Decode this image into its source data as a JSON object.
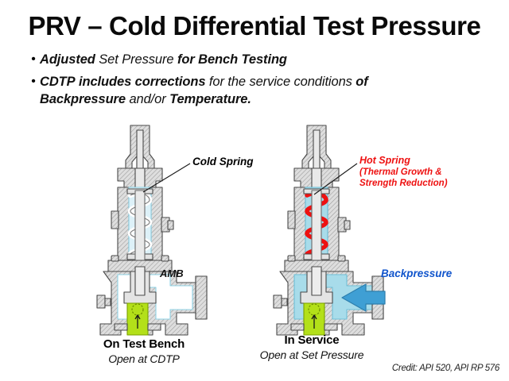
{
  "slide": {
    "title": "PRV – Cold Differential Test Pressure",
    "credit": "Credit: API 520, API RP 576"
  },
  "bullets": [
    {
      "marker": "•",
      "segments": [
        {
          "text": "Adjusted ",
          "bold": true
        },
        {
          "text": "Set Pressure ",
          "bold": false
        },
        {
          "text": "for Bench Testing",
          "bold": true
        }
      ]
    },
    {
      "marker": "•",
      "segments": [
        {
          "text": "CDTP ",
          "bold": true
        },
        {
          "text": "includes corrections ",
          "bold": true
        },
        {
          "text": "for the service conditions ",
          "bold": false
        },
        {
          "text": "of Backpressure ",
          "bold": true
        },
        {
          "text": "and/or ",
          "bold": false
        },
        {
          "text": "Temperature.",
          "bold": true
        }
      ]
    }
  ],
  "bullet_lines": {
    "line1_a": "Adjusted",
    "line1_b": "Set Pressure",
    "line1_c": "for Bench Testing",
    "line2_a": "CDTP",
    "line2_b": "includes corrections",
    "line2_c": "for the service conditions",
    "line2_d": "of",
    "line3_a": "Backpressure",
    "line3_b": "and/or",
    "line3_c": "Temperature."
  },
  "figures": {
    "left": {
      "caption_main": "On Test Bench",
      "caption_sub": "Open at CDTP",
      "spring_label": "Cold Spring",
      "body_label": "AMB",
      "spring_color": "#ffffff",
      "body_fill": "#ffffff",
      "inlet_color": "#b3e019"
    },
    "right": {
      "caption_main": "In Service",
      "caption_sub": "Open at Set Pressure",
      "spring_label": "Hot Spring",
      "spring_label_sub_1": "(Thermal Growth &",
      "spring_label_sub_2": "Strength Reduction)",
      "arrow_label": "Backpressure",
      "spring_color": "#ee1111",
      "body_fill": "#a8dcea",
      "inlet_color": "#b3e019",
      "arrow_color": "#3f9fd4"
    }
  },
  "palette": {
    "metal": "#d9d9d9",
    "metal_line": "#4a4a4a",
    "chamber_blue": "#d9f0f7",
    "cavity_blue": "#a8dcea",
    "green": "#b3e019",
    "red": "#ee1111",
    "blue": "#3f9fd4",
    "label_blue": "#1155cc"
  }
}
